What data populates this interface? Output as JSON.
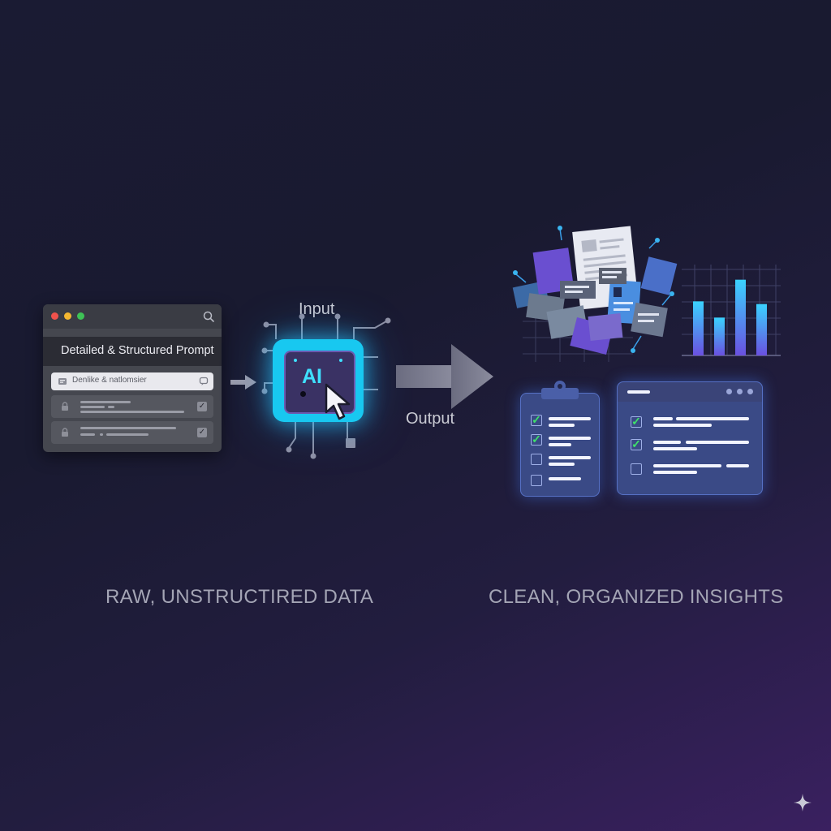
{
  "prompt_window": {
    "title": "Detailed & Structured Prompt",
    "input_text": "Denlike & natlomsier"
  },
  "flow": {
    "input_label": "Input",
    "chip_label": "AI",
    "output_label": "Output"
  },
  "captions": {
    "left": "RAW, UNSTRUCTIRED DATA",
    "right": "CLEAN, ORGANIZED INSIGHTS"
  },
  "colors": {
    "accent_cyan": "#18c8f0",
    "accent_purple": "#6a4fd0",
    "check_green": "#3fe26a"
  },
  "chart_data": {
    "type": "bar",
    "values": [
      2,
      1.4,
      2.8,
      1.9
    ]
  }
}
